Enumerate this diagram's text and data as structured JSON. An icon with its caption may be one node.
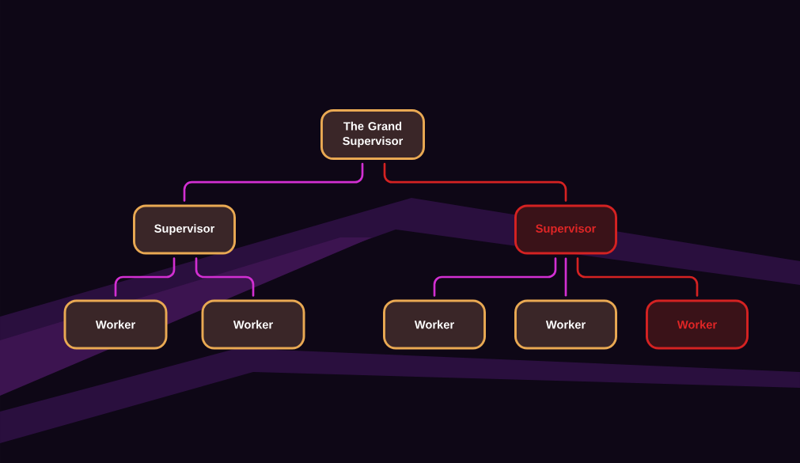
{
  "diagram": {
    "nodes": [
      {
        "text": [
          "The Grand Supervisor"
        ]
      },
      {
        "text": [
          "Supervisor"
        ]
      },
      {
        "text": [
          "Supervisor"
        ]
      },
      {
        "text": [
          "Worker"
        ]
      },
      {
        "text": [
          "Worker"
        ]
      },
      {
        "text": [
          "Worker"
        ]
      },
      {
        "text": [
          "Worker"
        ]
      },
      {
        "text": [
          "Worker"
        ]
      }
    ],
    "edges": [
      {
        "from": 0,
        "to": 1,
        "arrow": "none"
      },
      {
        "from": 0,
        "to": 2,
        "arrow": "none",
        "color": "#d42222"
      },
      {
        "from": 1,
        "to": 3,
        "arrow": "none"
      },
      {
        "from": 1,
        "to": 4,
        "arrow": "none"
      },
      {
        "from": 2,
        "to": 5,
        "arrow": "none"
      },
      {
        "from": 2,
        "to": 6,
        "arrow": "none"
      },
      {
        "from": 2,
        "to": 7,
        "arrow": "none",
        "color": "#d42222"
      }
    ]
  }
}
